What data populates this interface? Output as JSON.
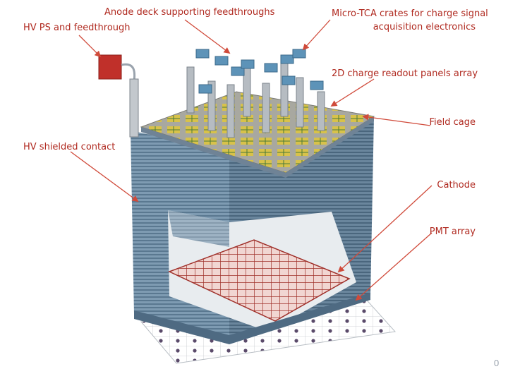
{
  "labels": {
    "anode_deck": "Anode deck supporting feedthroughs",
    "hv_ps": "HV PS and feedthrough",
    "microtca_line1": "Micro-TCA crates for charge signal",
    "microtca_line2": "acquisition electronics",
    "readout_panels": "2D charge readout panels array",
    "field_cage": "Field cage",
    "hv_shielded": "HV shielded contact",
    "cathode": "Cathode",
    "pmt_array": "PMT array"
  },
  "slide_number": "0",
  "colors": {
    "label_text": "#b02a20",
    "leader_arrow": "#d04a3a",
    "field_cage_blue": "#6f8fa8",
    "anode_yellow": "#d8c24a",
    "cathode_red": "#a0302a",
    "hv_ps_red": "#c0302a",
    "crate_blue": "#5d93b8"
  }
}
